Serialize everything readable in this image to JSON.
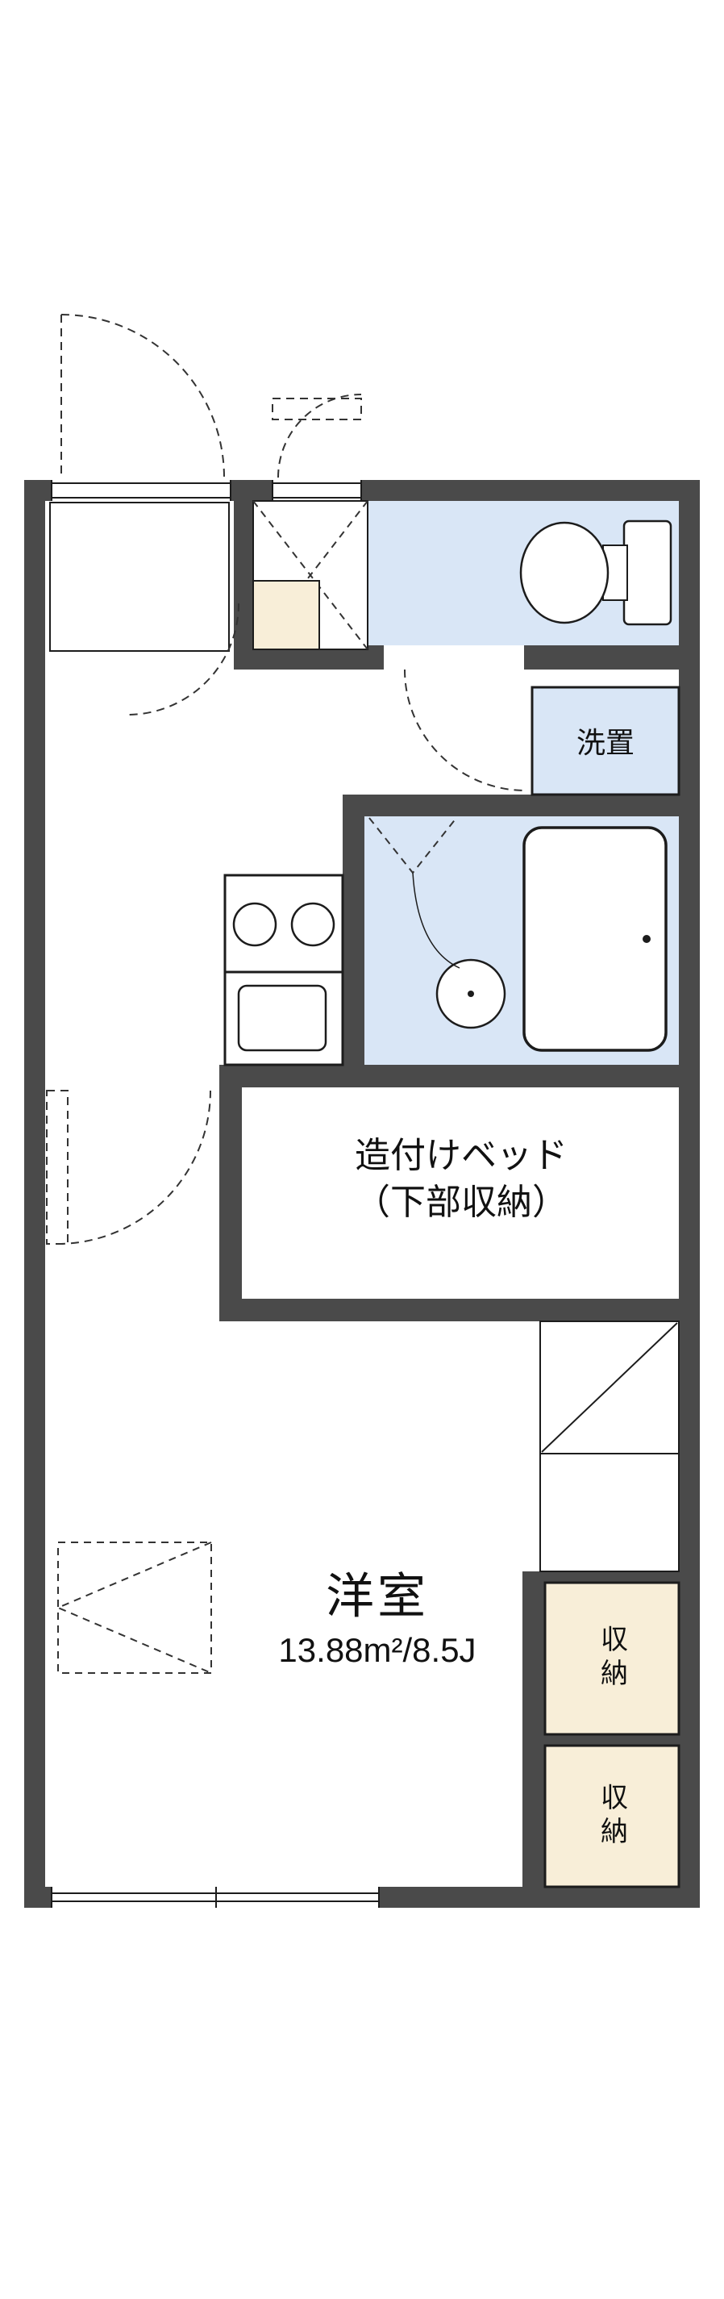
{
  "app": {
    "type": "apartment-floorplan"
  },
  "colors": {
    "wall": "#4a4a4a",
    "wet_area": "#d9e6f6",
    "storage_beige": "#f8eed8",
    "line": "#1c1c1c"
  },
  "rooms": {
    "washer_label": "洗置",
    "bed_label_line1": "造付けベッド",
    "bed_label_line2": "（下部収納）",
    "main_room_name": "洋室",
    "main_room_size": "13.88m²/8.5J",
    "storage_top_label": "収納",
    "storage_bottom_label": "収納"
  },
  "icons": {
    "toilet": "toilet-icon",
    "bathtub": "bathtub-icon",
    "washbasin": "washbasin-icon",
    "stove": "stove-burners-icon",
    "sink": "kitchen-sink-icon"
  }
}
